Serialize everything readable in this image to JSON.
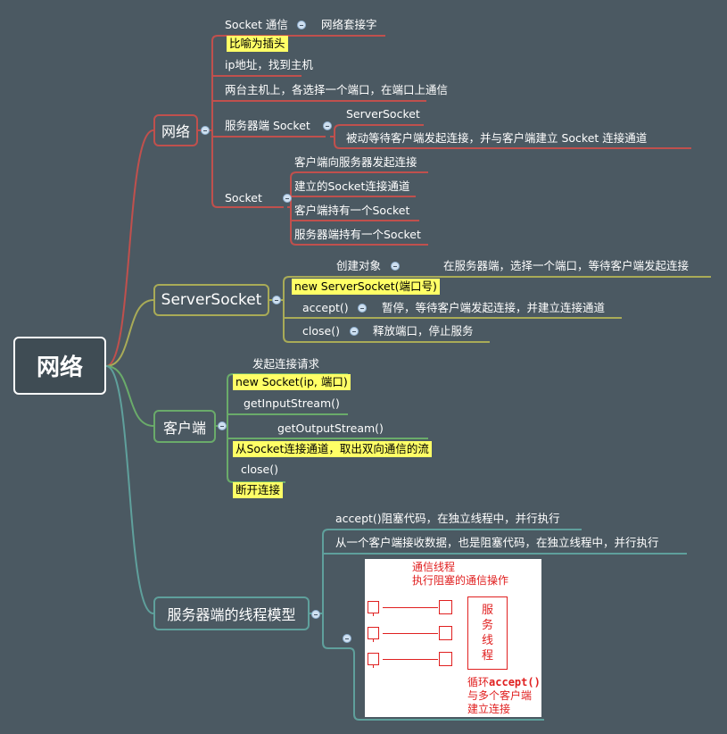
{
  "root": {
    "label": "网络"
  },
  "colors": {
    "net": "#c0504d",
    "server": "#a9ab57",
    "client": "#6aab6a",
    "thread": "#5fa09c",
    "background": "#4b5962"
  },
  "net": {
    "label": "网络",
    "socket_comm": "Socket 通信",
    "socket_comm_note": "网络套接字",
    "metaphor": "比喻为插头",
    "ip": "ip地址，找到主机",
    "port": "两台主机上，各选择一个端口，在端口上通信",
    "server_socket": "服务器端 Socket",
    "server_socket_children": [
      "ServerSocket",
      "被动等待客户端发起连接，并与客户端建立 Socket 连接通道"
    ],
    "socket": "Socket",
    "socket_children": [
      "客户端向服务器发起连接",
      "建立的Socket连接通道",
      "客户端持有一个Socket",
      "服务器端持有一个Socket"
    ]
  },
  "server": {
    "label": "ServerSocket",
    "create": "创建对象",
    "create_note": "在服务器端，选择一个端口，等待客户端发起连接",
    "constructor": "new ServerSocket(端口号)",
    "accept": "accept()",
    "accept_note": "暂停，等待客户端发起连接，并建立连接通道",
    "close": "close()",
    "close_note": "释放端口，停止服务"
  },
  "client": {
    "label": "客户端",
    "connect": "发起连接请求",
    "constructor": "new Socket(ip, 端口)",
    "input": "getInputStream()",
    "output": "getOutputStream()",
    "streams_note": "从Socket连接通道，取出双向通信的流",
    "close": "close()",
    "close_note": "断开连接"
  },
  "thread": {
    "label": "服务器端的线程模型",
    "items": [
      "accept()阻塞代码，在独立线程中，并行执行",
      "从一个客户端接收数据，也是阻塞代码，在独立线程中，并行执行"
    ],
    "image": {
      "title1": "通信线程",
      "title2": "执行阻塞的通信操作",
      "server_thread": [
        "服",
        "务",
        "线",
        "程"
      ],
      "caption1_prefix": "循环",
      "caption1_code": "accept()",
      "caption2": "与多个客户端",
      "caption3": "建立连接"
    }
  }
}
